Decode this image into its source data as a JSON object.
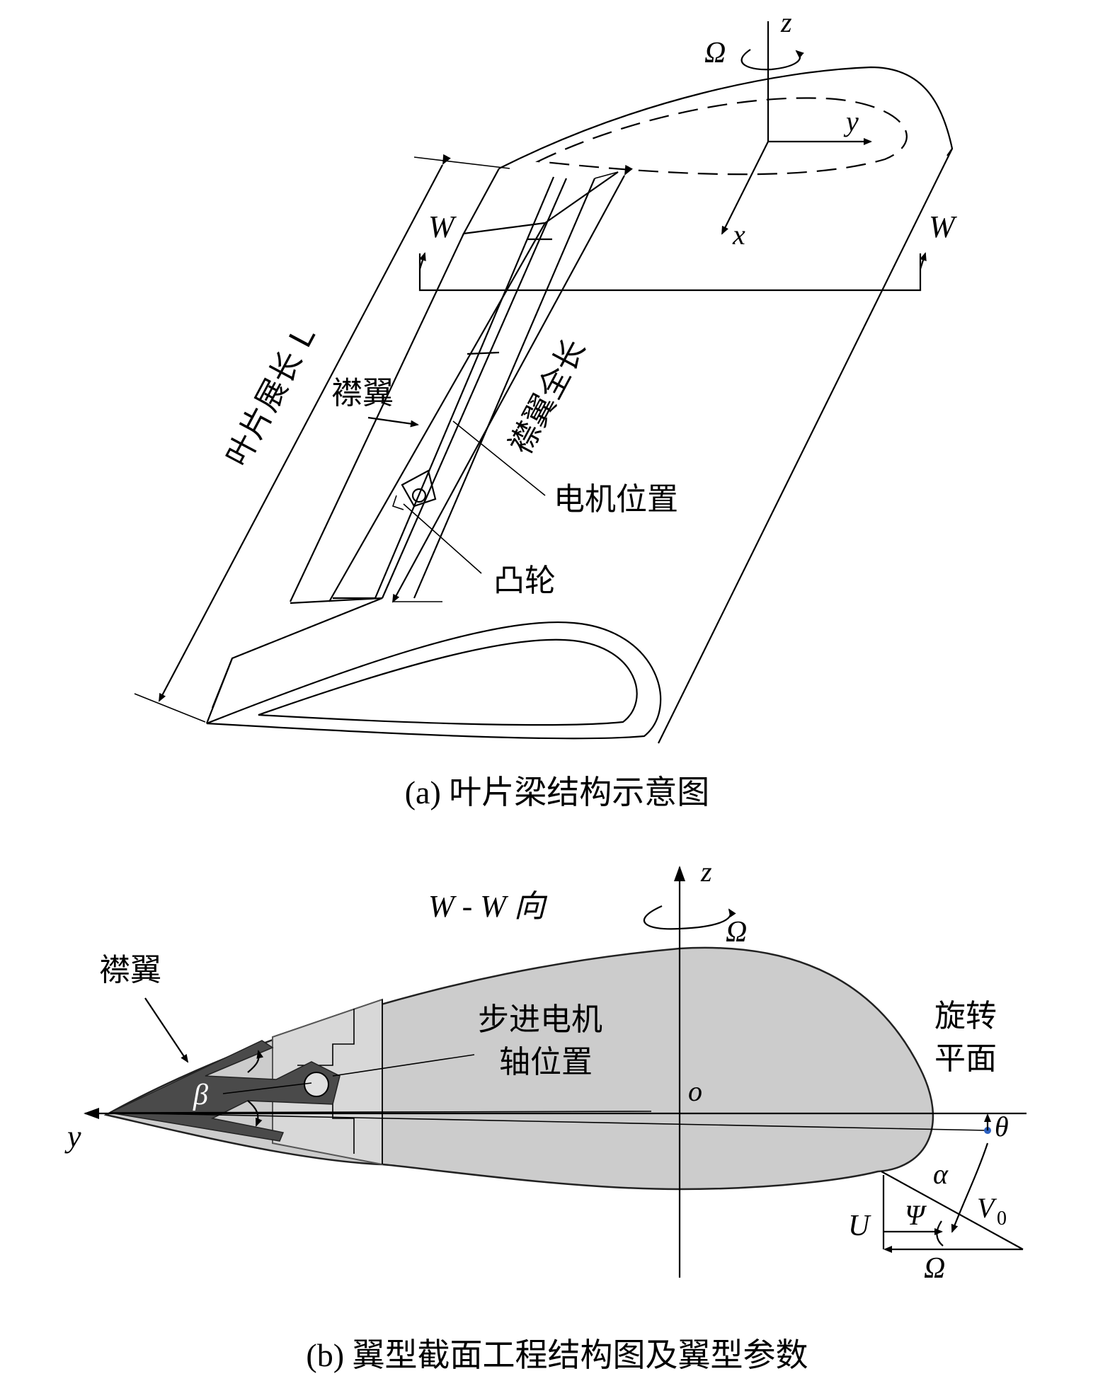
{
  "panel_a": {
    "caption": "(a) 叶片梁结构示意图",
    "labels": {
      "omega": "Ω",
      "z": "z",
      "y": "y",
      "x": "x",
      "w_left": "W",
      "w_right": "W",
      "blade_span": "叶片展长 L",
      "flap": "襟翼",
      "flap_full_length": "襟翼全长",
      "motor_position": "电机位置",
      "cam": "凸轮"
    }
  },
  "panel_b": {
    "caption": "(b) 翼型截面工程结构图及翼型参数",
    "labels": {
      "view": "W - W 向",
      "z": "z",
      "omega": "Ω",
      "flap": "襟翼",
      "motor_shaft_line1": "步进电机",
      "motor_shaft_line2": "轴位置",
      "rotation_plane_line1": "旋转",
      "rotation_plane_line2": "平面",
      "beta": "β",
      "o": "o",
      "y": "y",
      "theta": "θ",
      "alpha": "α",
      "v0": "V",
      "v0_sub": "0",
      "u": "U",
      "psi": "Ψ",
      "omega_bottom": "Ω"
    }
  },
  "colors": {
    "airfoil_fill": "#cccccc",
    "flap_fill": "#4a4a4a",
    "point_blue": "#2a5fbf"
  }
}
